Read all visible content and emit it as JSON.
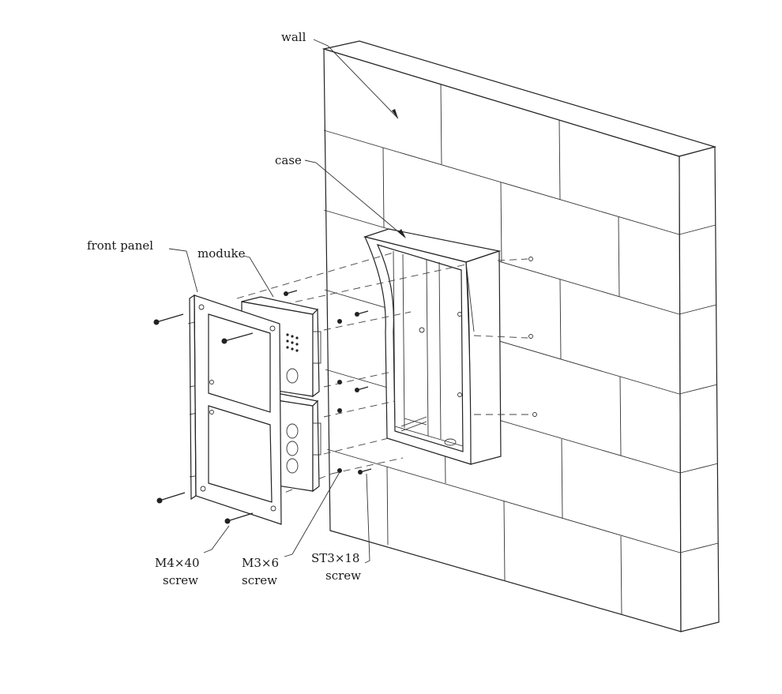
{
  "labels": {
    "wall": "wall",
    "case": "case",
    "front_panel": "front panel",
    "module": "moduke",
    "m4_line1": "M4×40",
    "m4_line2": "screw",
    "m3_line1": "M3×6",
    "m3_line2": "screw",
    "st3_line1": "ST3×18",
    "st3_line2": "screw"
  },
  "colors": {
    "line": "#222222",
    "background": "#ffffff"
  }
}
